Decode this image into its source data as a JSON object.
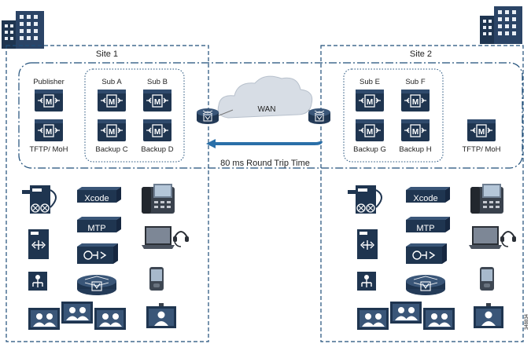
{
  "site1": {
    "label": "Site 1",
    "publisher": "Publisher",
    "sub_a": "Sub A",
    "sub_b": "Sub B",
    "tftp": "TFTP/ MoH",
    "backup_c": "Backup C",
    "backup_d": "Backup D"
  },
  "site2": {
    "label": "Site 2",
    "sub_e": "Sub E",
    "sub_f": "Sub F",
    "backup_g": "Backup G",
    "backup_h": "Backup H",
    "tftp": "TFTP/ MoH"
  },
  "wan": {
    "label": "WAN",
    "rtt": "80 ms Round Trip Time"
  },
  "device_labels": {
    "xcode": "Xcode",
    "mtp": "MTP",
    "server_glyph": "M",
    "router_glyph": "V"
  },
  "figure_id": "348834",
  "colors": {
    "site_border": "#1f4e79",
    "device_fill": "#1f3550",
    "rtt_arrow": "#2a6fa8",
    "cloud_fill": "#d7dde5"
  },
  "icons": [
    "building-icon",
    "cucm-server-icon",
    "router-icon",
    "wan-cloud-icon",
    "voicemail-server-icon",
    "transcoder-icon",
    "mtp-icon",
    "ip-phone-icon",
    "laptop-softphone-icon",
    "headset-icon",
    "conference-bridge-icon",
    "gateway-router-icon",
    "user-directory-icon",
    "mobile-phone-icon",
    "telepresence-icon",
    "video-endpoint-icon"
  ]
}
